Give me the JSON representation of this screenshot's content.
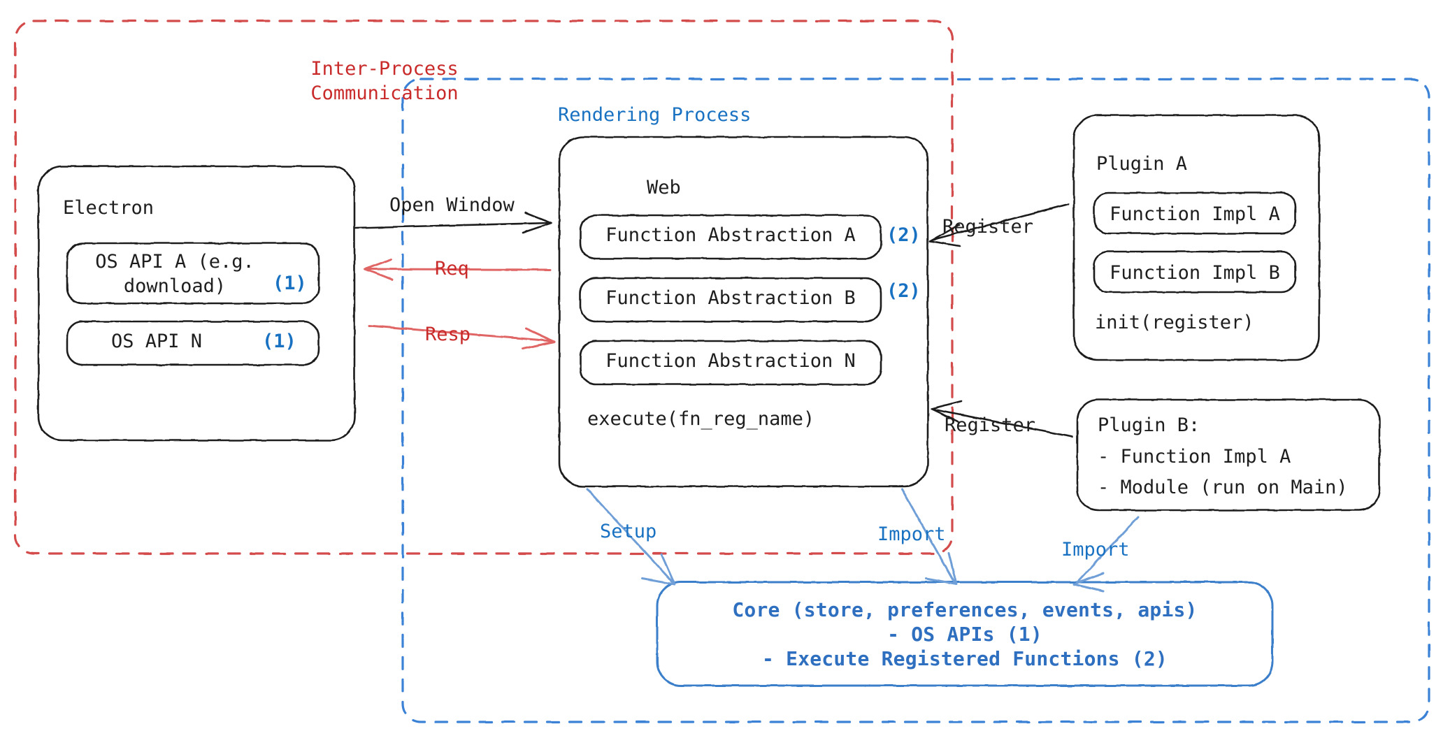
{
  "diagram": {
    "title": "Electron plugin architecture",
    "colors": {
      "ink": "#1e1e1e",
      "blue": "#1971c2",
      "blue_light": "#6f9fd8",
      "red": "#c92a2a",
      "red_light": "#e06666",
      "core_blue": "#2f6fc0"
    }
  },
  "regions": {
    "ipc": {
      "label": "Inter-Process\nCommunication",
      "style": "dashed",
      "color": "#c92a2a"
    },
    "rendering": {
      "label": "Rendering Process",
      "style": "dashed",
      "color": "#1971c2"
    }
  },
  "nodes": {
    "electron": {
      "title": "Electron",
      "children": [
        {
          "label": "OS API A (e.g.\ndownload)",
          "marker": "(1)"
        },
        {
          "label": "OS API N",
          "marker": "(1)"
        }
      ]
    },
    "web": {
      "title": "Web",
      "children": [
        {
          "label": "Function Abstraction A",
          "marker": "(2)"
        },
        {
          "label": "Function Abstraction B",
          "marker": "(2)"
        },
        {
          "label": "Function Abstraction N",
          "marker": ""
        }
      ],
      "footer": "execute(fn_reg_name)"
    },
    "plugin_a": {
      "title": "Plugin A",
      "children": [
        {
          "label": "Function Impl A"
        },
        {
          "label": "Function Impl B"
        }
      ],
      "footer": "init(register)"
    },
    "plugin_b": {
      "lines": [
        "Plugin B:",
        "- Function Impl A",
        "- Module (run on Main)"
      ]
    },
    "core": {
      "lines": [
        "Core (store, preferences, events, apis)",
        "- OS APIs (1)",
        "- Execute Registered Functions (2)"
      ]
    }
  },
  "edges": [
    {
      "id": "open-window",
      "label": "Open Window",
      "color": "#1e1e1e",
      "from": "electron",
      "to": "web"
    },
    {
      "id": "req",
      "label": "Req",
      "color": "#e06666",
      "from": "web",
      "to": "electron"
    },
    {
      "id": "resp",
      "label": "Resp",
      "color": "#e06666",
      "from": "electron",
      "to": "web"
    },
    {
      "id": "register-a",
      "label": "Register",
      "color": "#1e1e1e",
      "from": "plugin_a",
      "to": "web"
    },
    {
      "id": "register-b",
      "label": "Register",
      "color": "#1e1e1e",
      "from": "plugin_b",
      "to": "web"
    },
    {
      "id": "setup",
      "label": "Setup",
      "color": "#6f9fd8",
      "from": "web",
      "to": "core"
    },
    {
      "id": "import-web",
      "label": "Import",
      "color": "#6f9fd8",
      "from": "web",
      "to": "core"
    },
    {
      "id": "import-plugin",
      "label": "Import",
      "color": "#6f9fd8",
      "from": "plugin_b",
      "to": "core"
    }
  ]
}
